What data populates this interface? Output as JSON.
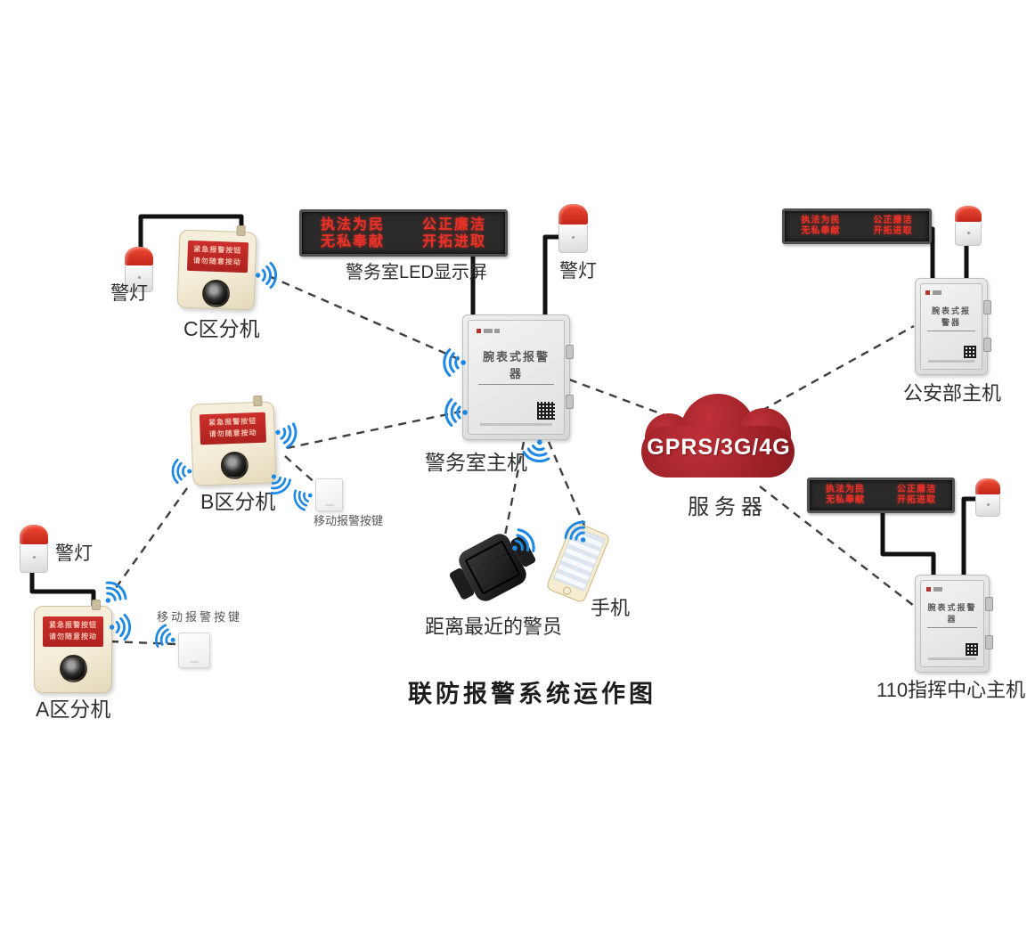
{
  "title": "联防报警系统运作图",
  "colors": {
    "wifi_blue": "#1e88e5",
    "led_red": "#e8322a",
    "cloud_red": "#9a2026",
    "alarm_dome_red": "#d8301f",
    "zone_box_beige": "#ece3cb",
    "plate_red": "#c1272d",
    "dashed_line_gray": "#3f3f3f",
    "cable_black": "#111111"
  },
  "led_display": {
    "lines": [
      "执法为民",
      "公正廉洁",
      "无私奉献",
      "开拓进取"
    ],
    "label": "警务室LED显示屏"
  },
  "zone_plate": {
    "line1": "紧急报警按钮",
    "line2": "请勿随意按动"
  },
  "cabinet": {
    "title": "腕表式报警器"
  },
  "labels": {
    "alarm_light": "警灯",
    "zone_c": "C区分机",
    "zone_b": "B区分机",
    "zone_a": "A区分机",
    "police_room_host": "警务室主机",
    "cloud_text": "GPRS/3G/4G",
    "server": "服务器",
    "psb_host": "公安部主机",
    "command_host": "110指挥中心主机",
    "mobile_button": "移动报警按键",
    "nearest_officer": "距离最近的警员",
    "phone": "手机"
  }
}
